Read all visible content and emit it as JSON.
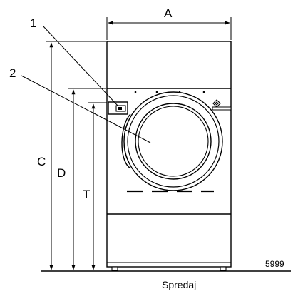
{
  "dimensions": {
    "width": "A",
    "height_total": "C",
    "height_panel": "D",
    "height_door": "T"
  },
  "callouts": {
    "one": "1",
    "two": "2"
  },
  "figure_number": "5999",
  "caption": "Spredaj",
  "colors": {
    "line": "#000000",
    "background": "#ffffff"
  },
  "icons": {
    "control_panel": "control-panel-icon",
    "door_window": "door-window-icon",
    "logo": "diamond-logo-icon"
  }
}
